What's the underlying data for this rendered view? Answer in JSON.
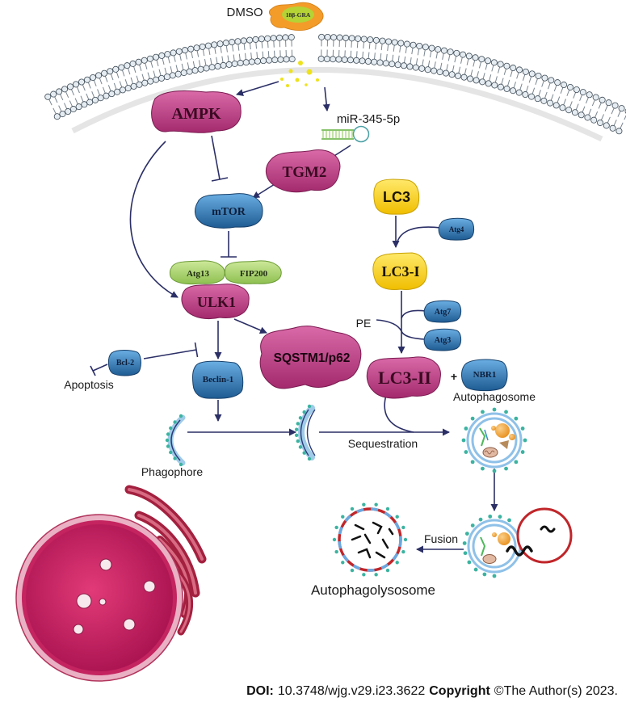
{
  "stimulus": {
    "solvent": "DMSO",
    "compound": "18β-GRA"
  },
  "proteins": {
    "ampk": "AMPK",
    "tgm2": "TGM2",
    "mtor": "mTOR",
    "atg13": "Atg13",
    "fip200": "FIP200",
    "ulk1": "ULK1",
    "sqstm1": "SQSTM1/p62",
    "bcl2": "Bcl-2",
    "beclin1": "Beclin-1",
    "lc3": "LC3",
    "atg4": "Atg4",
    "lc3i": "LC3-I",
    "atg7": "Atg7",
    "atg3": "Atg3",
    "lc3ii": "LC3-II",
    "nbr1": "NBR1"
  },
  "labels": {
    "mirna": "miR-345-5p",
    "pe": "PE",
    "apoptosis": "Apoptosis",
    "phagophore": "Phagophore",
    "sequestration": "Sequestration",
    "autophagosome": "Autophagosome",
    "fusion": "Fusion",
    "autophagolysosome": "Autophagolysosome",
    "plus": "+"
  },
  "footer": {
    "doi_label": "DOI:",
    "doi_value": "10.3748/wjg.v29.i23.3622",
    "copyright_label": "Copyright",
    "copyright_value": "©The Author(s) 2023."
  },
  "colors": {
    "purple_light": "#d96aa8",
    "purple_dark": "#a32a6d",
    "blue_light": "#6aaee3",
    "blue_dark": "#1e5b93",
    "green_light": "#cde89a",
    "green_dark": "#8ec050",
    "yellow_light": "#ffe96a",
    "yellow_dark": "#f0be00",
    "arrow": "#2b2f66",
    "membrane_teal": "#3bb3a0",
    "lysosome_red": "#c0262a",
    "nucleus": "#c2185b"
  }
}
